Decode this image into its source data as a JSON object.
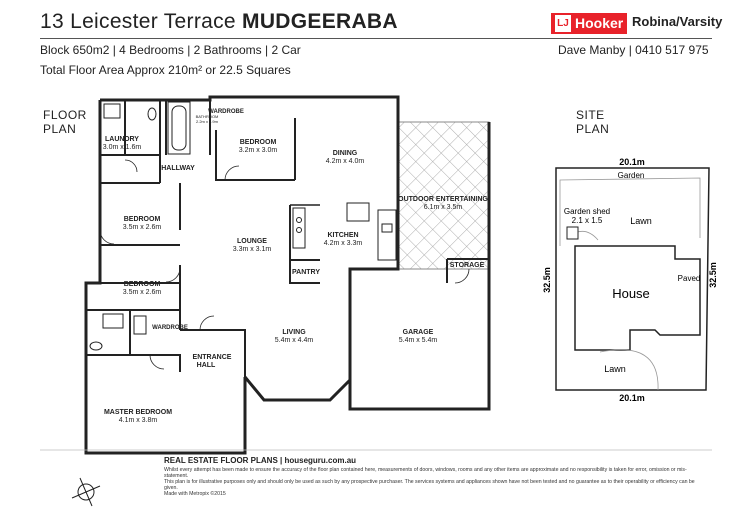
{
  "header": {
    "address": "13 Leicester Terrace",
    "suburb": "MUDGEERABA",
    "specs": "Block 650m2 | 4 Bedrooms | 2 Bathrooms | 2 Car",
    "floor_area": "Total Floor Area Approx 210m² or 22.5 Squares",
    "agent": "Dave Manby | 0410 517 975",
    "brand": "Hooker",
    "brand_mark": "LJ",
    "branch": "Robina/Varsity"
  },
  "floor_plan": {
    "label_line1": "FLOOR",
    "label_line2": "PLAN",
    "rooms": {
      "laundry": {
        "name": "LAUNDRY",
        "dims": "3.0m x 1.6m"
      },
      "bathroom": {
        "name": "BATHROOM",
        "dims": "2.2m x 1.9m"
      },
      "wardrobe_top": {
        "name": "WARDROBE"
      },
      "bedroom_top": {
        "name": "BEDROOM",
        "dims": "3.2m x 3.0m"
      },
      "hallway": {
        "name": "HALLWAY"
      },
      "dining": {
        "name": "DINING",
        "dims": "4.2m x 4.0m"
      },
      "outdoor": {
        "name": "OUTDOOR ENTERTAINING",
        "dims": "6.1m x 3.5m"
      },
      "bedroom_mid": {
        "name": "BEDROOM",
        "dims": "3.5m x 2.6m"
      },
      "lounge": {
        "name": "LOUNGE",
        "dims": "3.3m x 3.1m"
      },
      "kitchen": {
        "name": "KITCHEN",
        "dims": "4.2m x 3.3m"
      },
      "pantry": {
        "name": "PANTRY"
      },
      "storage": {
        "name": "STORAGE"
      },
      "bedroom_low": {
        "name": "BEDROOM",
        "dims": "3.5m x 2.6m"
      },
      "wardrobe_low": {
        "name": "WARDROBE"
      },
      "living": {
        "name": "LIVING",
        "dims": "5.4m x 4.4m"
      },
      "garage": {
        "name": "GARAGE",
        "dims": "5.4m x 5.4m"
      },
      "entrance": {
        "name": "ENTRANCE",
        "name2": "HALL"
      },
      "master": {
        "name": "MASTER BEDROOM",
        "dims": "4.1m x 3.8m"
      }
    }
  },
  "site_plan": {
    "label_line1": "SITE",
    "label_line2": "PLAN",
    "width_top": "20.1m",
    "width_bottom": "20.1m",
    "depth_left": "32.5m",
    "depth_right": "32.5m",
    "garden": "Garden",
    "shed": "Garden shed",
    "shed_dims": "2.1 x 1.5",
    "lawn_top": "Lawn",
    "house": "House",
    "paved": "Paved",
    "lawn_bottom": "Lawn"
  },
  "footer": {
    "title": "REAL ESTATE FLOOR PLANS | houseguru.com.au",
    "disclaimer_1": "Whilst every attempt has been made to ensure the accuracy of the floor plan contained here, measurements of doors, windows, rooms and any other items are approximate and no responsibility is taken for error, omission or mis-statement.",
    "disclaimer_2": "This plan is for illustrative purposes only and should only be used as such by any prospective purchaser. The services systems and appliances shown have not been tested and no guarantee as to their operability or efficiency can be given.",
    "disclaimer_3": "Made with Metropix ©2015"
  },
  "colors": {
    "brand": "#e8222a",
    "walls": "#222222",
    "hatch": "#999999"
  }
}
